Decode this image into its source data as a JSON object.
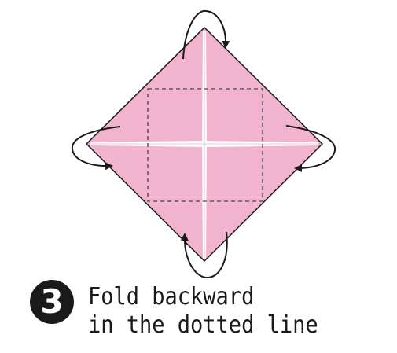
{
  "step": {
    "number": "3"
  },
  "instruction": {
    "line1": "Fold backward",
    "line2": "in the dotted line"
  },
  "colors": {
    "paper": "#f2b3cf",
    "outline": "#1a1a1a",
    "background": "#ffffff"
  },
  "icons": {
    "fold_arrows": [
      "curved-arrow-top",
      "curved-arrow-left",
      "curved-arrow-right",
      "curved-arrow-bottom"
    ]
  }
}
